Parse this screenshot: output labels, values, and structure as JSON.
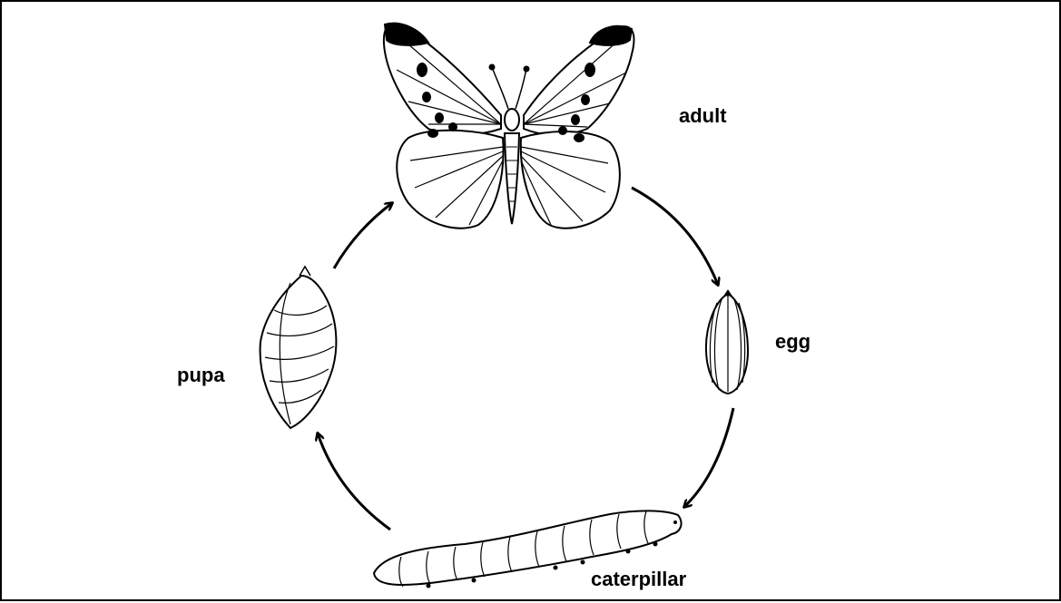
{
  "stages": [
    {
      "id": "adult",
      "label": "adult",
      "icon": "butterfly-icon"
    },
    {
      "id": "egg",
      "label": "egg",
      "icon": "egg-icon"
    },
    {
      "id": "caterpillar",
      "label": "caterpillar",
      "icon": "caterpillar-icon"
    },
    {
      "id": "pupa",
      "label": "pupa",
      "icon": "pupa-icon"
    }
  ],
  "colors": {
    "ink": "#000000",
    "background": "#ffffff"
  }
}
